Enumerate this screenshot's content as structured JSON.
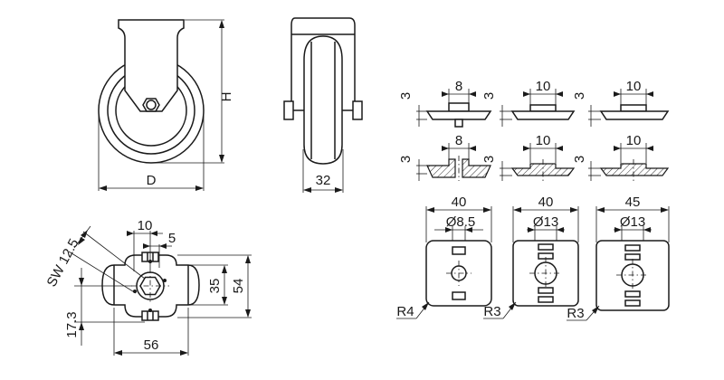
{
  "front_view": {
    "dim_height": "H",
    "dim_diameter": "D"
  },
  "side_view": {
    "dim_width": "32"
  },
  "plates": [
    {
      "dim_thickness": "3",
      "dim_bore": "8"
    },
    {
      "dim_thickness": "3",
      "dim_bore": "10"
    },
    {
      "dim_thickness": "3",
      "dim_bore": "10"
    },
    {
      "dim_thickness": "3",
      "dim_bore": "8"
    },
    {
      "dim_thickness": "3",
      "dim_bore": "10"
    },
    {
      "dim_thickness": "3",
      "dim_bore": "10"
    }
  ],
  "top_view": {
    "dim_10": "10",
    "dim_5": "5",
    "dim_sw": "SW 12.5",
    "dim_35": "35",
    "dim_54": "54",
    "dim_17_3": "17.3",
    "dim_56": "56"
  },
  "mount_plates": [
    {
      "width": "40",
      "hole": "Ø8.5",
      "radius": "R4"
    },
    {
      "width": "40",
      "hole": "Ø13",
      "radius": "R3"
    },
    {
      "width": "45",
      "hole": "Ø13",
      "radius": "R3"
    }
  ]
}
